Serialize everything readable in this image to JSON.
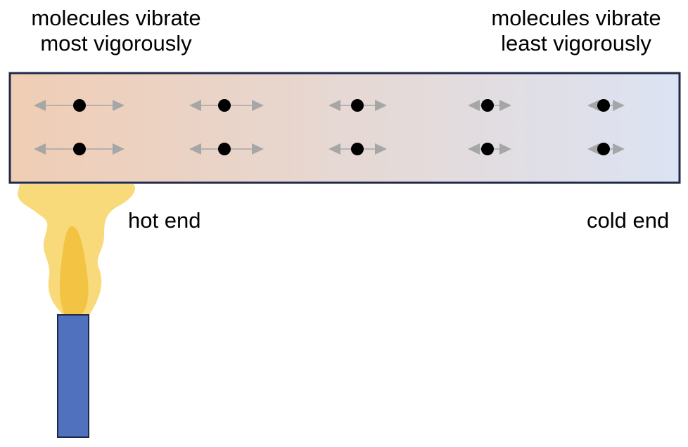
{
  "labels": {
    "hot_top_line1": "molecules vibrate",
    "hot_top_line2": "most vigorously",
    "cold_top_line1": "molecules vibrate",
    "cold_top_line2": "least vigorously",
    "hot_end": "hot end",
    "cold_end": "cold end"
  },
  "colors": {
    "hot": "#f0cdb4",
    "cold": "#dce3f3",
    "bar_border": "#1f2a4a",
    "flame_outer": "#f8da7a",
    "flame_inner": "#f3c443",
    "burner": "#4f71be",
    "arrow": "#a6a6a6",
    "molecule": "#000000"
  }
}
